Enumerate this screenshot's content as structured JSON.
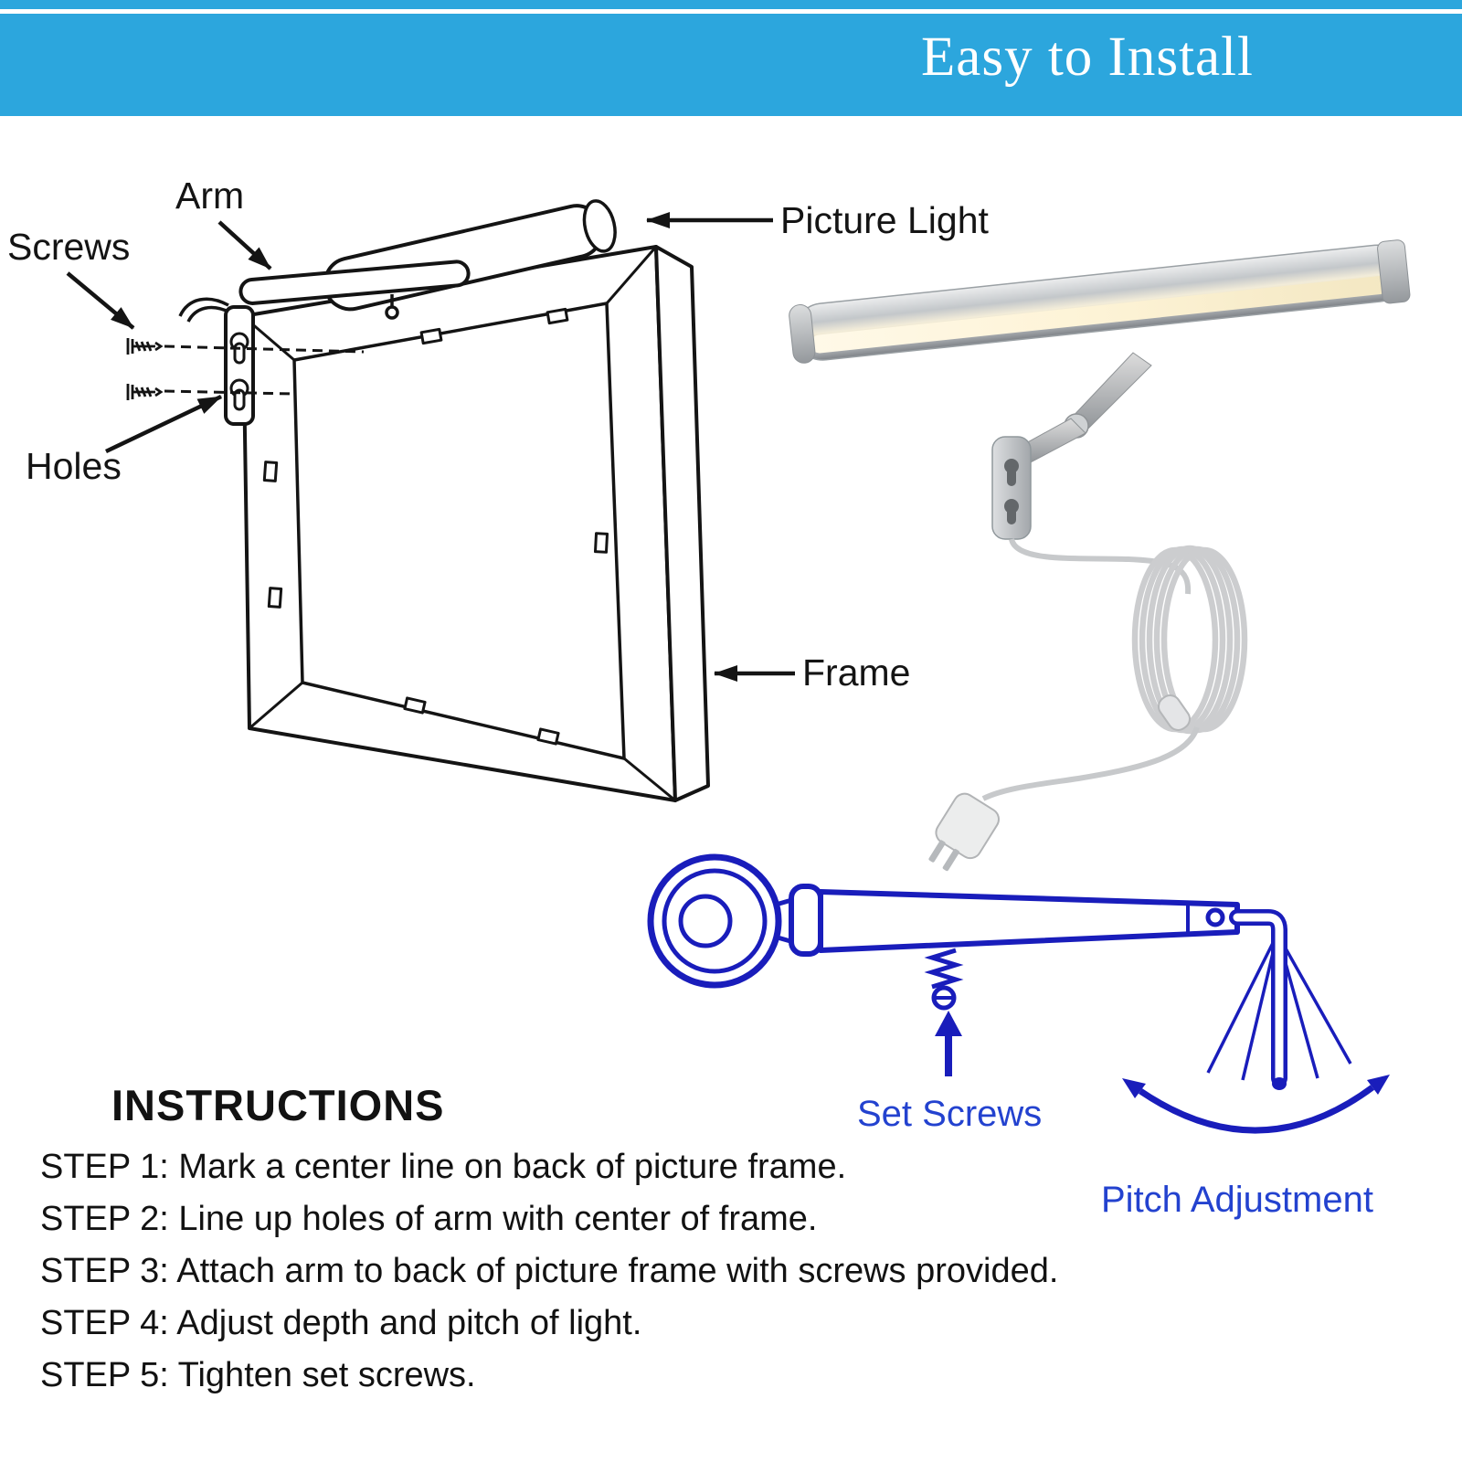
{
  "banner": {
    "title": "Easy to Install",
    "bg_color": "#2CA6DD"
  },
  "install_diagram": {
    "labels": {
      "arm": "Arm",
      "screws": "Screws",
      "picture_light": "Picture Light",
      "holes": "Holes",
      "frame": "Frame"
    },
    "line_color": "#141414"
  },
  "adjustment_diagram": {
    "labels": {
      "set_screws": "Set Screws",
      "pitch_adjustment": "Pitch Adjustment"
    },
    "line_color": "#191DBB",
    "label_color": "#2342CF"
  },
  "instructions": {
    "heading": "INSTRUCTIONS",
    "steps": [
      "STEP 1: Mark a center line on back of picture frame.",
      "STEP 2: Line up holes of arm with center of frame.",
      "STEP 3: Attach arm to back of picture frame with screws provided.",
      "STEP 4: Adjust depth and pitch of light.",
      "STEP 5: Tighten set screws."
    ]
  }
}
